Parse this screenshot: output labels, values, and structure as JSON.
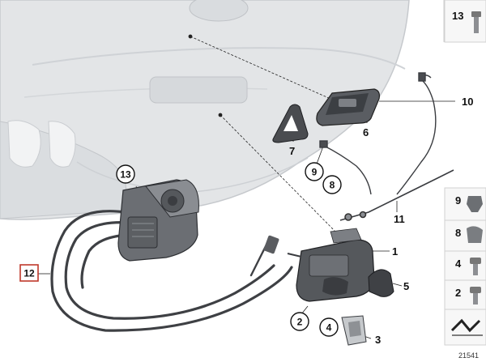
{
  "callouts": {
    "c1": "1",
    "c2": "2",
    "c3": "3",
    "c4": "4",
    "c5": "5",
    "c6": "6",
    "c7": "7",
    "c8": "8",
    "c9": "9",
    "c10": "10",
    "c11": "11",
    "c12": "12",
    "c13": "13"
  },
  "side_panel": {
    "items": [
      {
        "label": "13"
      },
      {
        "label": "9"
      },
      {
        "label": "8"
      },
      {
        "label": "4"
      },
      {
        "label": "2"
      }
    ]
  },
  "diagram_number": "21541",
  "colors": {
    "body_panel": "#e3e5e7",
    "part_dark": "#4a4c50",
    "highlight_box": "#c0392b",
    "leader_line": "#111111"
  }
}
